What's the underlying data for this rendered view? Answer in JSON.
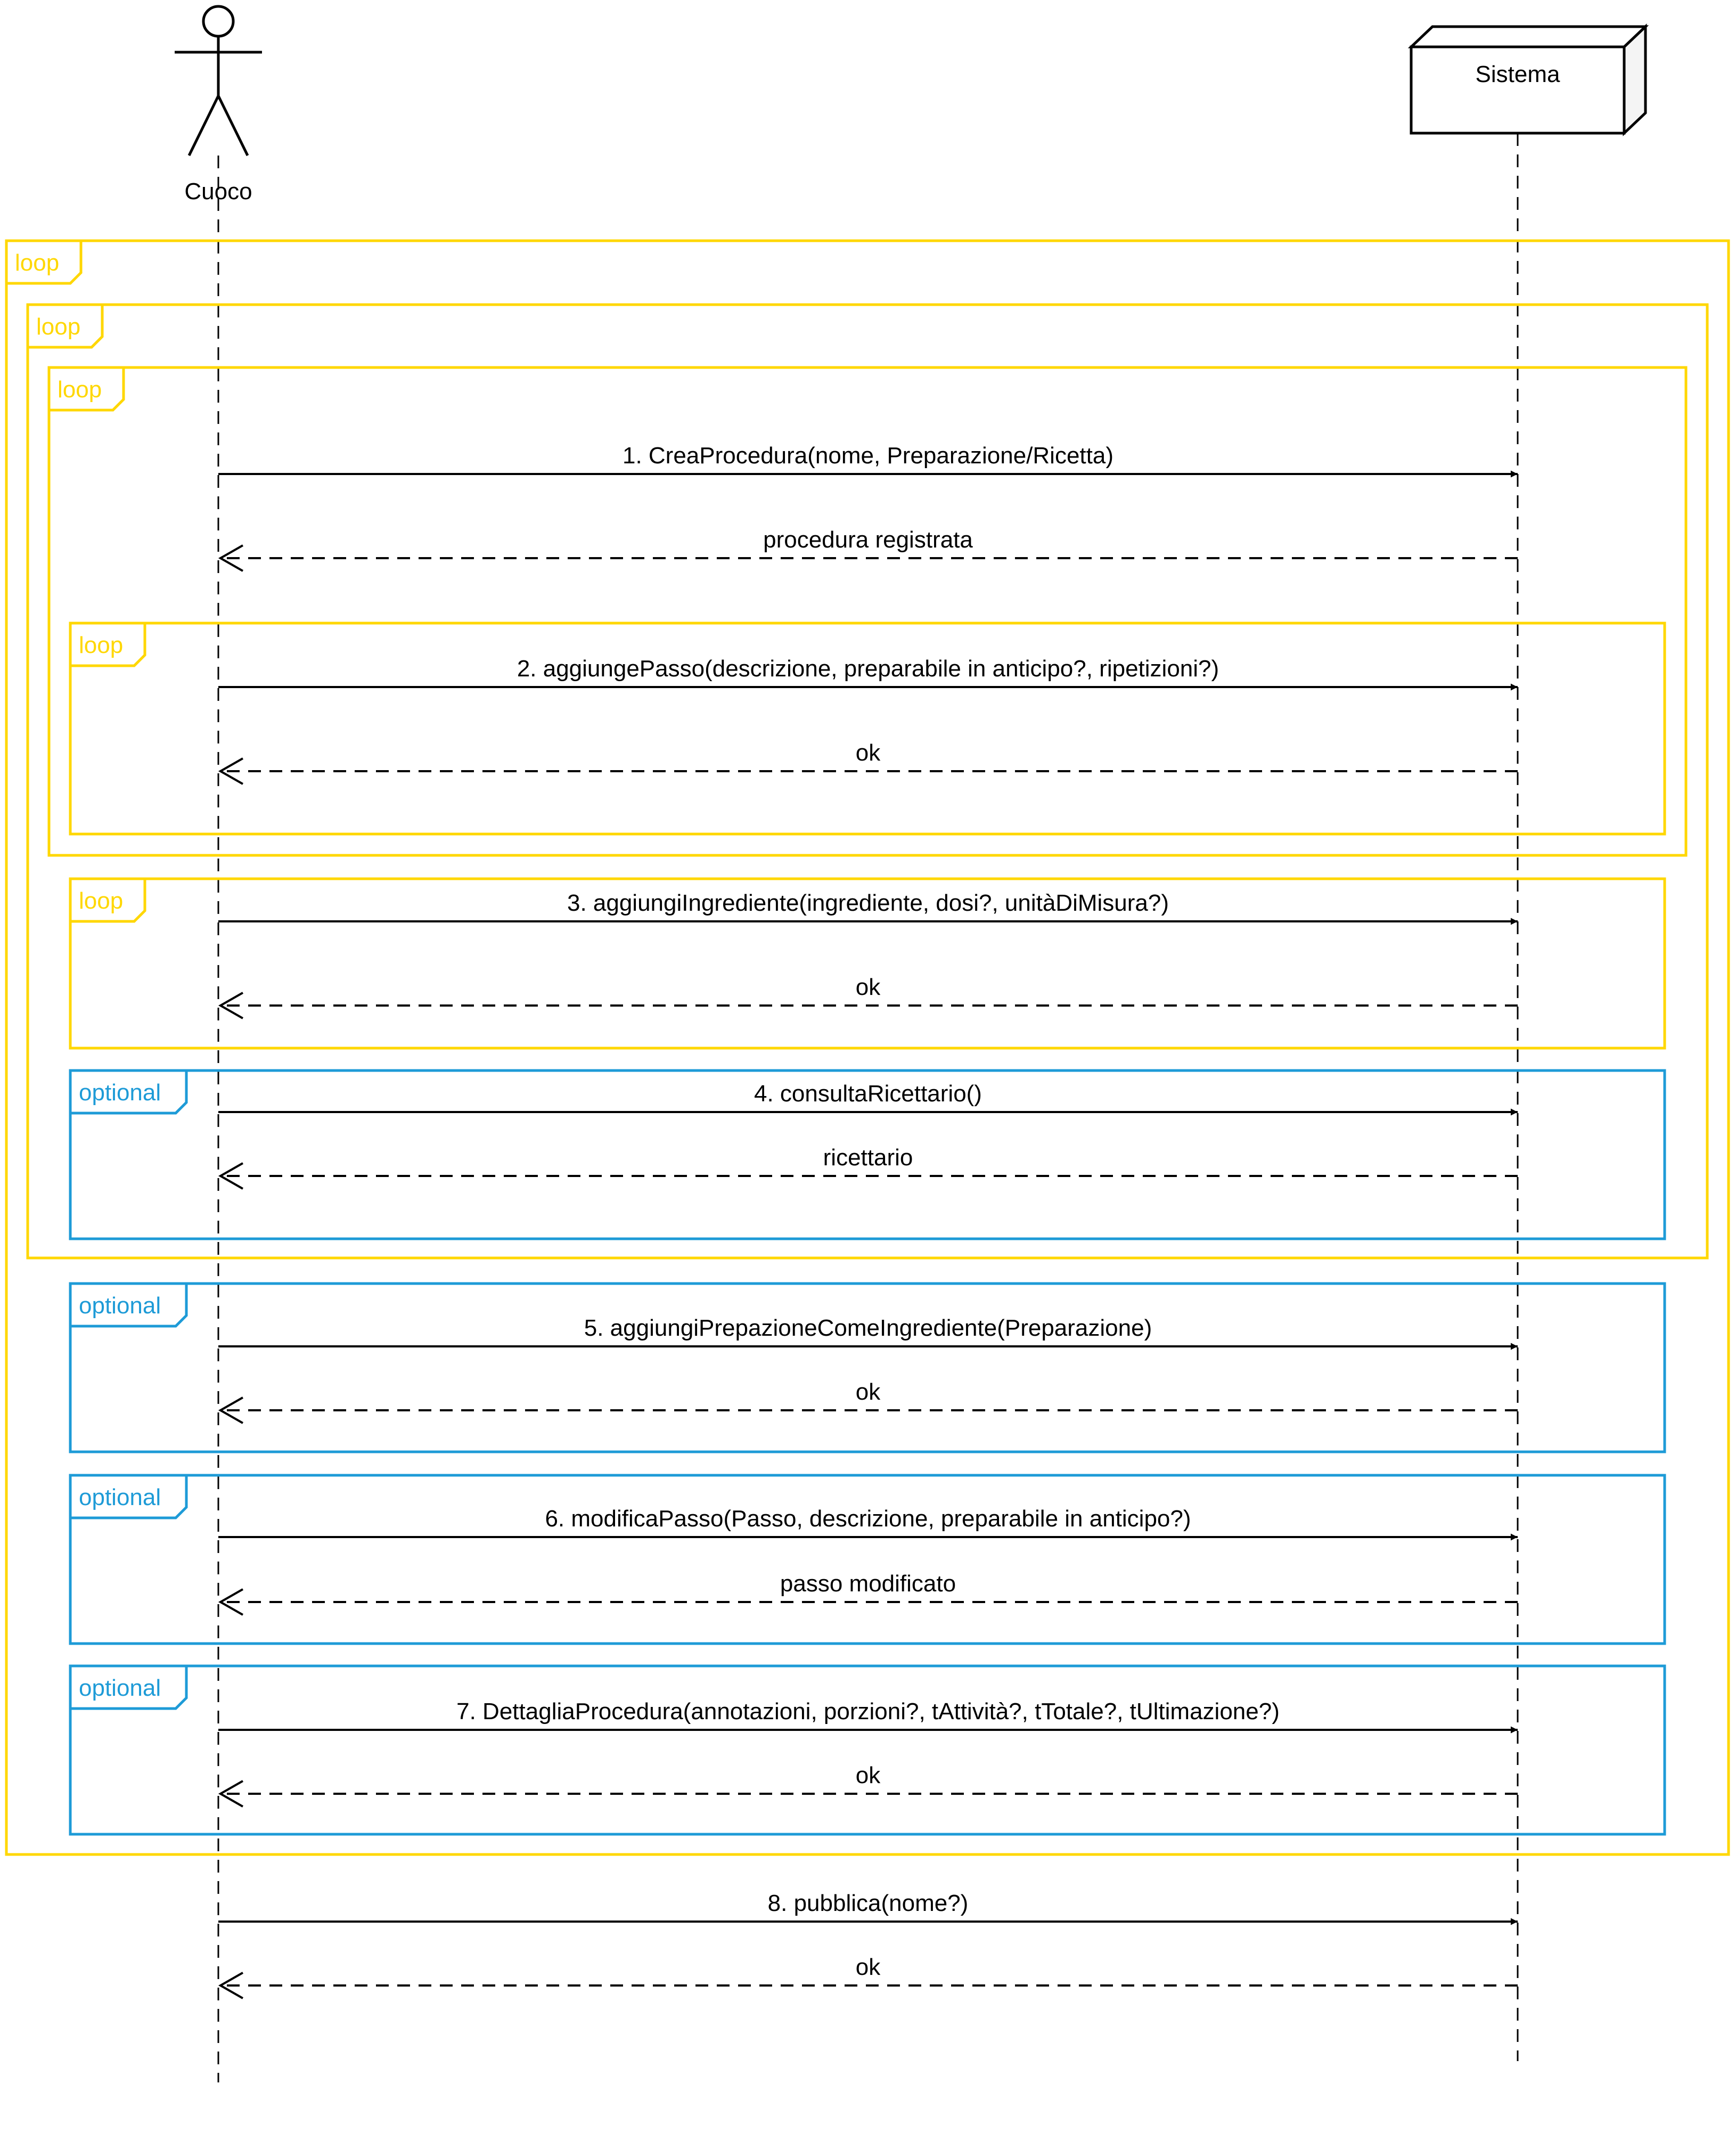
{
  "colors": {
    "loop": "#FFD700",
    "optional": "#1E9BD7",
    "line": "#000000"
  },
  "actor": {
    "name": "Cuoco"
  },
  "system": {
    "name": "Sistema"
  },
  "fragments": [
    {
      "kind": "loop",
      "label": "loop"
    },
    {
      "kind": "loop",
      "label": "loop"
    },
    {
      "kind": "loop",
      "label": "loop"
    },
    {
      "kind": "loop",
      "label": "loop"
    },
    {
      "kind": "loop",
      "label": "loop"
    },
    {
      "kind": "optional",
      "label": "optional"
    },
    {
      "kind": "optional",
      "label": "optional"
    },
    {
      "kind": "optional",
      "label": "optional"
    },
    {
      "kind": "optional",
      "label": "optional"
    }
  ],
  "messages": [
    {
      "call": "1. CreaProcedura(nome, Preparazione/Ricetta)",
      "reply": "procedura registrata"
    },
    {
      "call": "2. aggiungePasso(descrizione, preparabile in anticipo?, ripetizioni?)",
      "reply": "ok"
    },
    {
      "call": "3. aggiungiIngrediente(ingrediente, dosi?, unitàDiMisura?)",
      "reply": "ok"
    },
    {
      "call": "4. consultaRicettario()",
      "reply": "ricettario"
    },
    {
      "call": "5. aggiungiPrepazioneComeIngrediente(Preparazione)",
      "reply": "ok"
    },
    {
      "call": "6. modificaPasso(Passo, descrizione, preparabile in anticipo?)",
      "reply": "passo modificato"
    },
    {
      "call": "7. DettagliaProcedura(annotazioni, porzioni?, tAttività?, tTotale?, tUltimazione?)",
      "reply": "ok"
    },
    {
      "call": "8. pubblica(nome?)",
      "reply": "ok"
    }
  ]
}
